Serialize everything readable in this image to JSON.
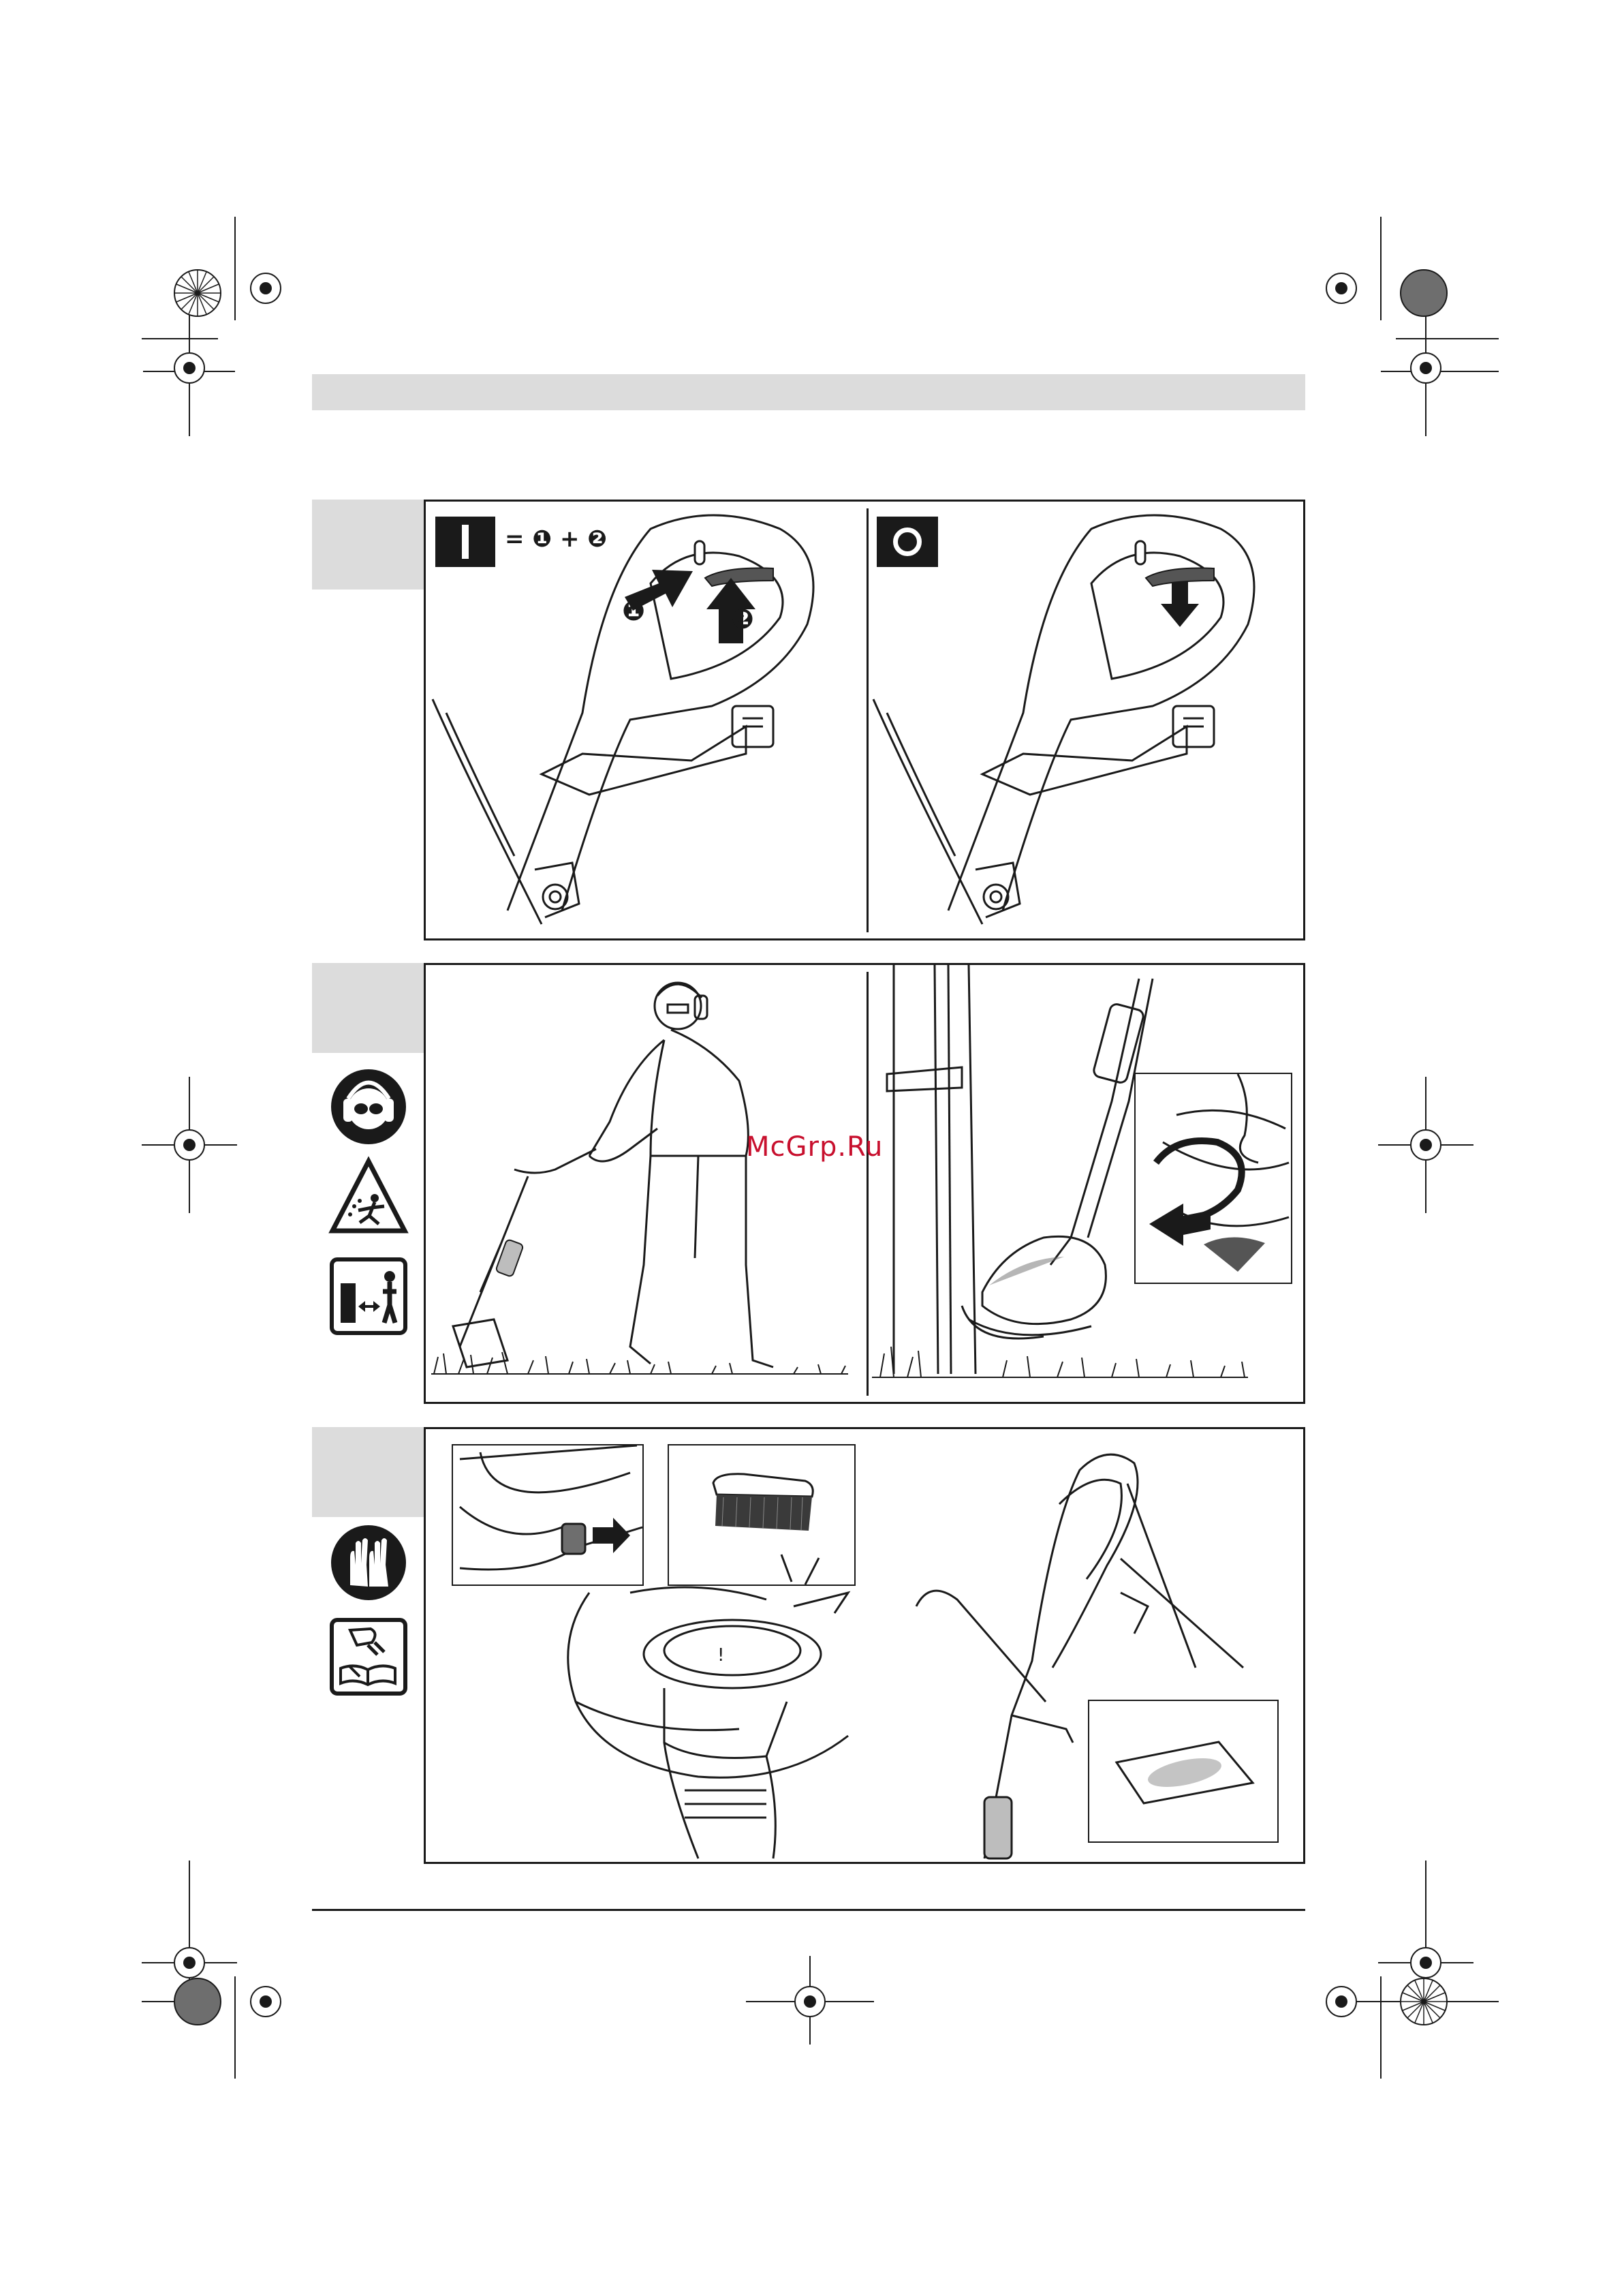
{
  "watermark": "McGrp.Ru",
  "panel1": {
    "on_symbol": "I",
    "on_equation": "= ❶ + ❷",
    "step1": "❶",
    "step2": "❷",
    "off_symbol": "O"
  },
  "colors": {
    "rule": "#1a1a1a",
    "tab_gray": "#dcdcdc",
    "watermark": "#c8102e"
  },
  "icons": {
    "section2": [
      "wear-eye-and-ear-protection-icon",
      "flying-debris-warning-icon",
      "keep-bystanders-away-icon"
    ],
    "section3": [
      "wear-gloves-icon",
      "read-manual-icon"
    ]
  }
}
